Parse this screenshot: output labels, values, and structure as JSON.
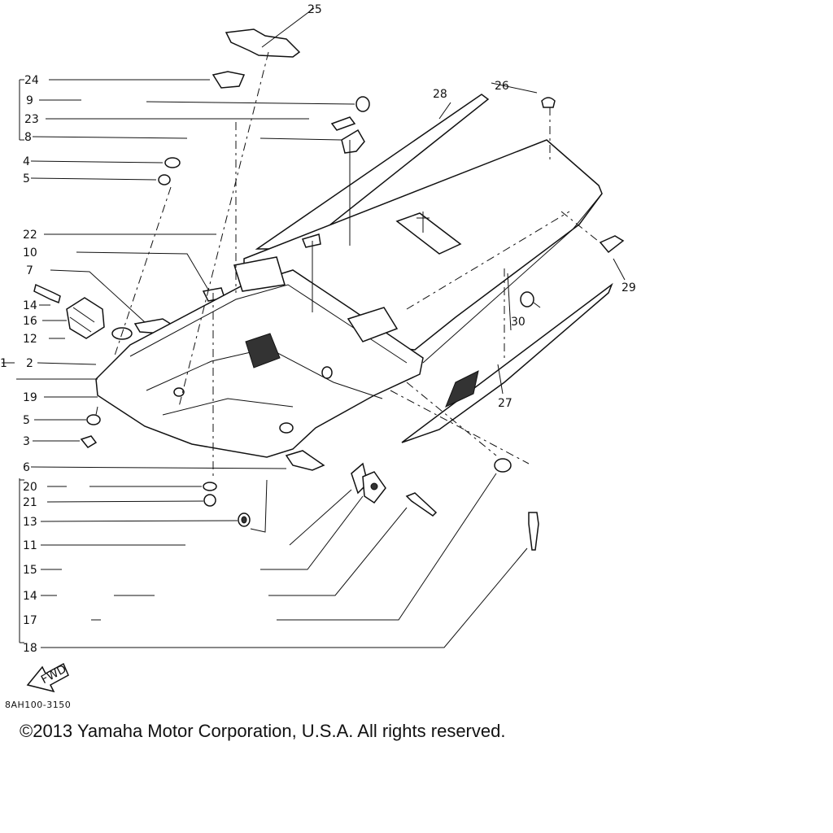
{
  "callouts": {
    "c1": "1",
    "c2": "2",
    "c3": "3",
    "c4": "4",
    "c5": "5",
    "c5b": "5",
    "c6": "6",
    "c7": "7",
    "c8": "8",
    "c9": "9",
    "c10": "10",
    "c11": "11",
    "c12": "12",
    "c13": "13",
    "c14": "14",
    "c14b": "14",
    "c15": "15",
    "c16": "16",
    "c17": "17",
    "c18": "18",
    "c19": "19",
    "c20": "20",
    "c21": "21",
    "c22": "22",
    "c23": "23",
    "c24": "24",
    "c25": "25",
    "c26": "26",
    "c27": "27",
    "c28": "28",
    "c29": "29",
    "c30": "30"
  },
  "fwd_label": "FWD",
  "catalog_code": "8AH100-3150",
  "copyright": "©2013 Yamaha Motor Corporation, U.S.A. All rights reserved."
}
